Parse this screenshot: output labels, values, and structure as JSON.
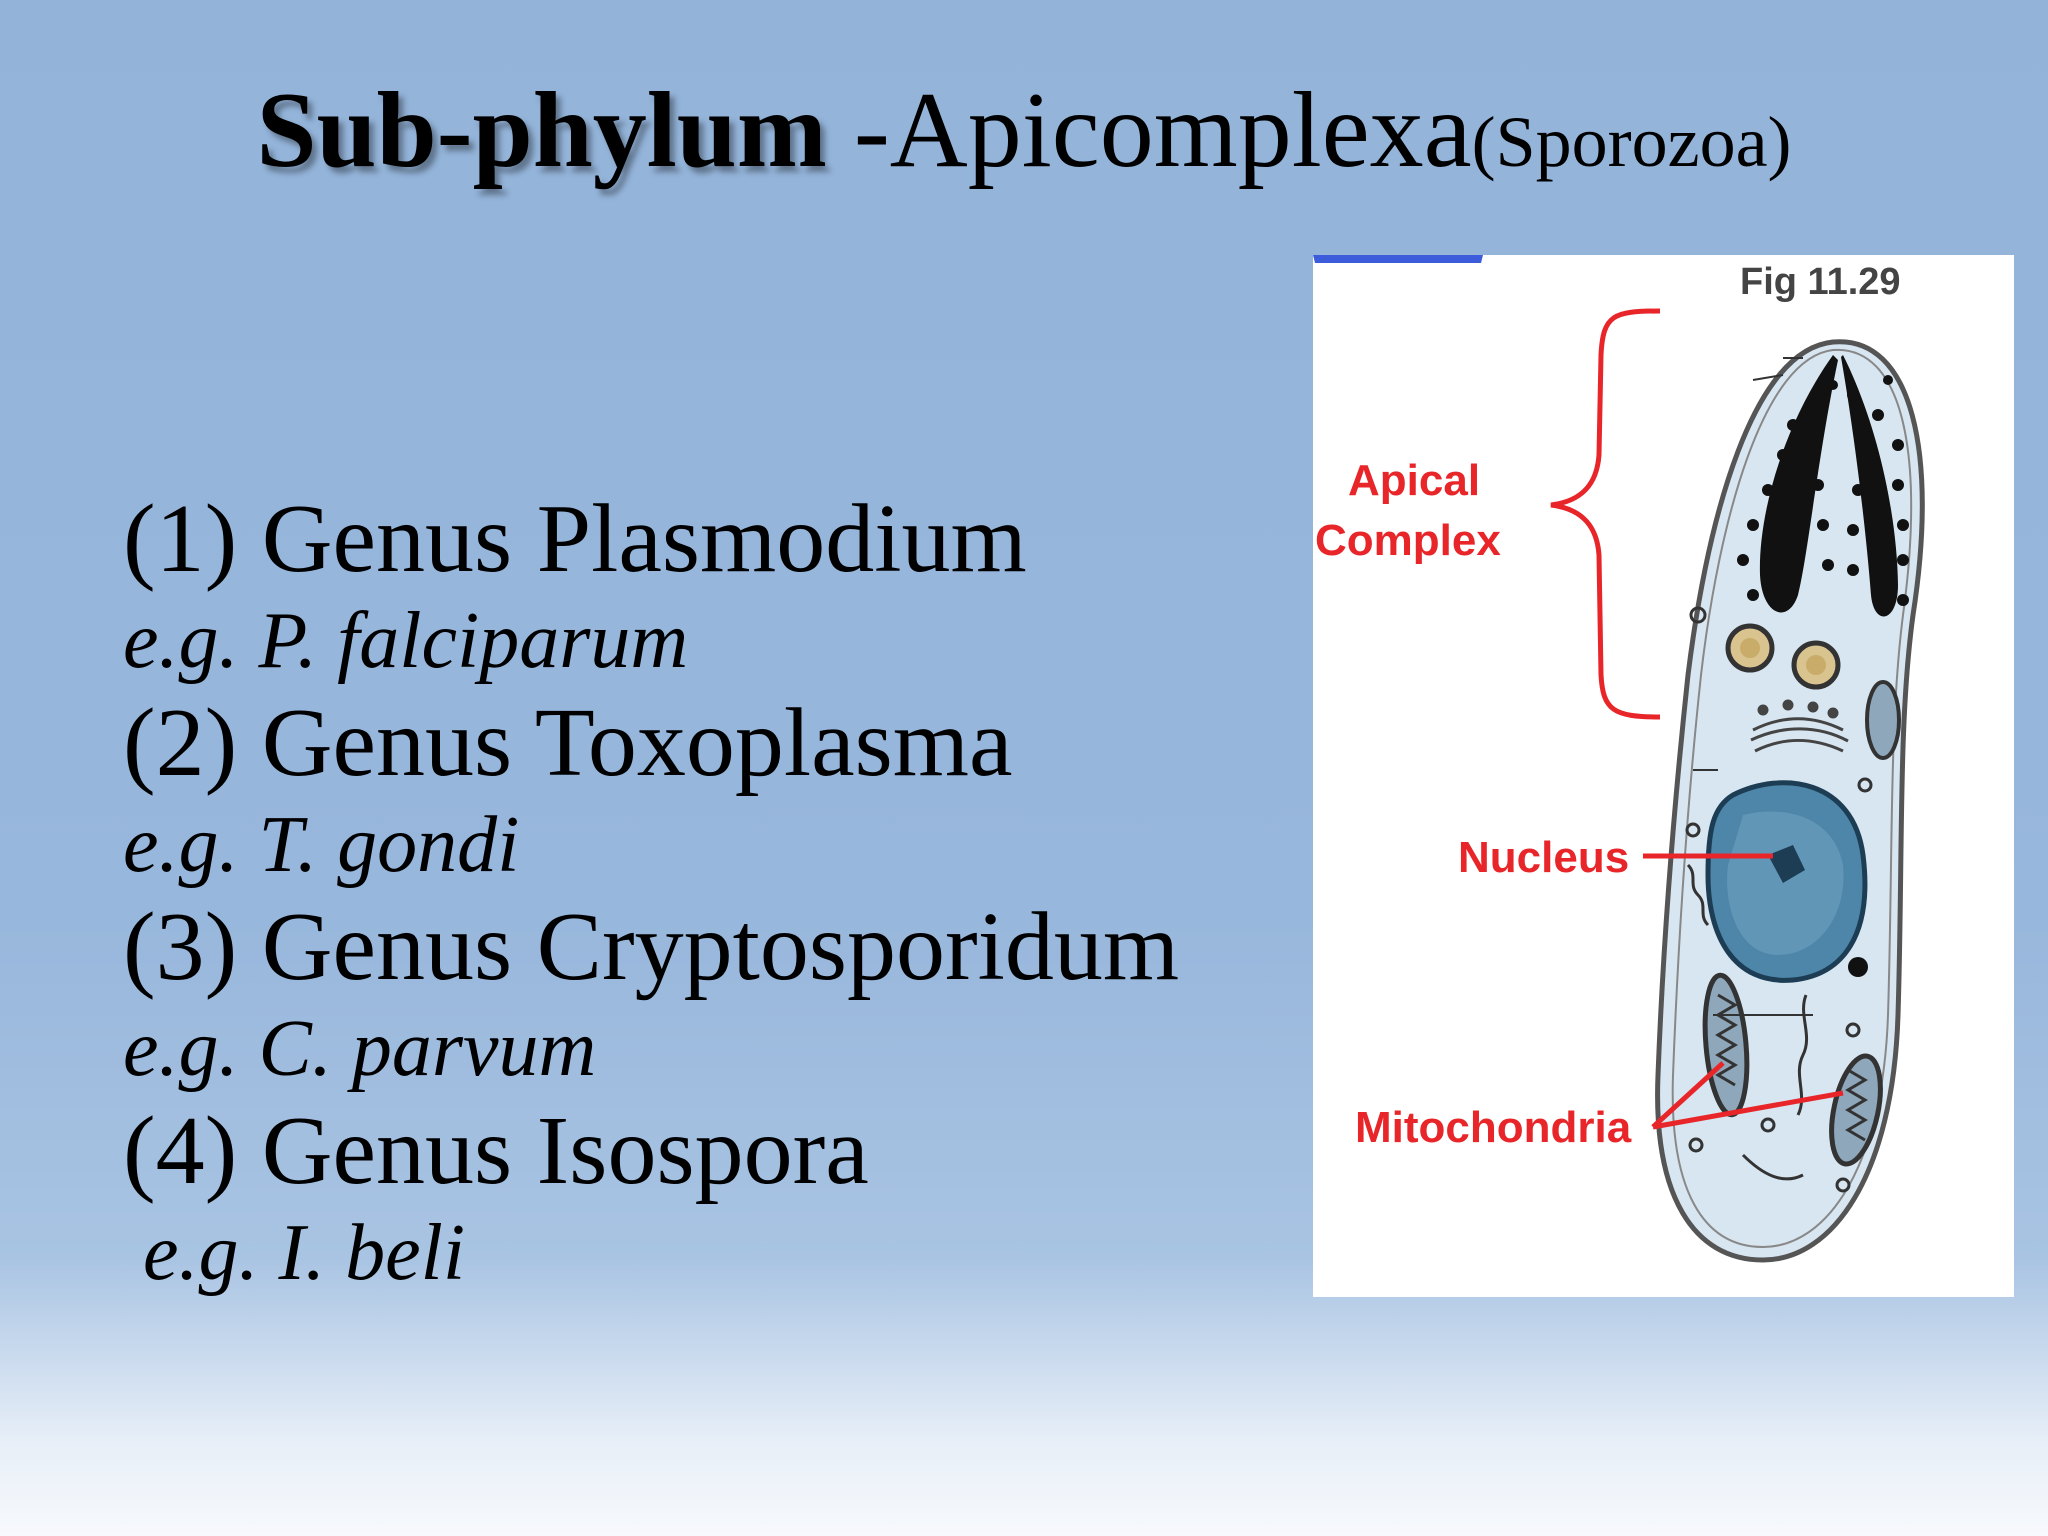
{
  "title": {
    "main": "Sub-phylum",
    "dash_name": " -Apicomplexa",
    "alt_name": "(Sporozoa)"
  },
  "genera": [
    {
      "genus": "(1) Genus Plasmodium",
      "example": "e.g. P. falciparum"
    },
    {
      "genus": "(2) Genus Toxoplasma",
      "example": "e.g. T. gondi"
    },
    {
      "genus": "(3) Genus Cryptosporidum",
      "example": "e.g. C. parvum"
    },
    {
      "genus": "(4) Genus Isospora",
      "example": "e.g. I. beli"
    }
  ],
  "figure": {
    "fig_number": "Fig 11.29",
    "labels": {
      "apical_line1": "Apical",
      "apical_line2": "Complex",
      "nucleus": "Nucleus",
      "mitochondria": "Mitochondria"
    },
    "colors": {
      "label_red": "#e8262a",
      "cell_fill": "#d8e6f1",
      "nucleus_fill": "#4d86a8",
      "organelle_dark": "#111111"
    }
  }
}
